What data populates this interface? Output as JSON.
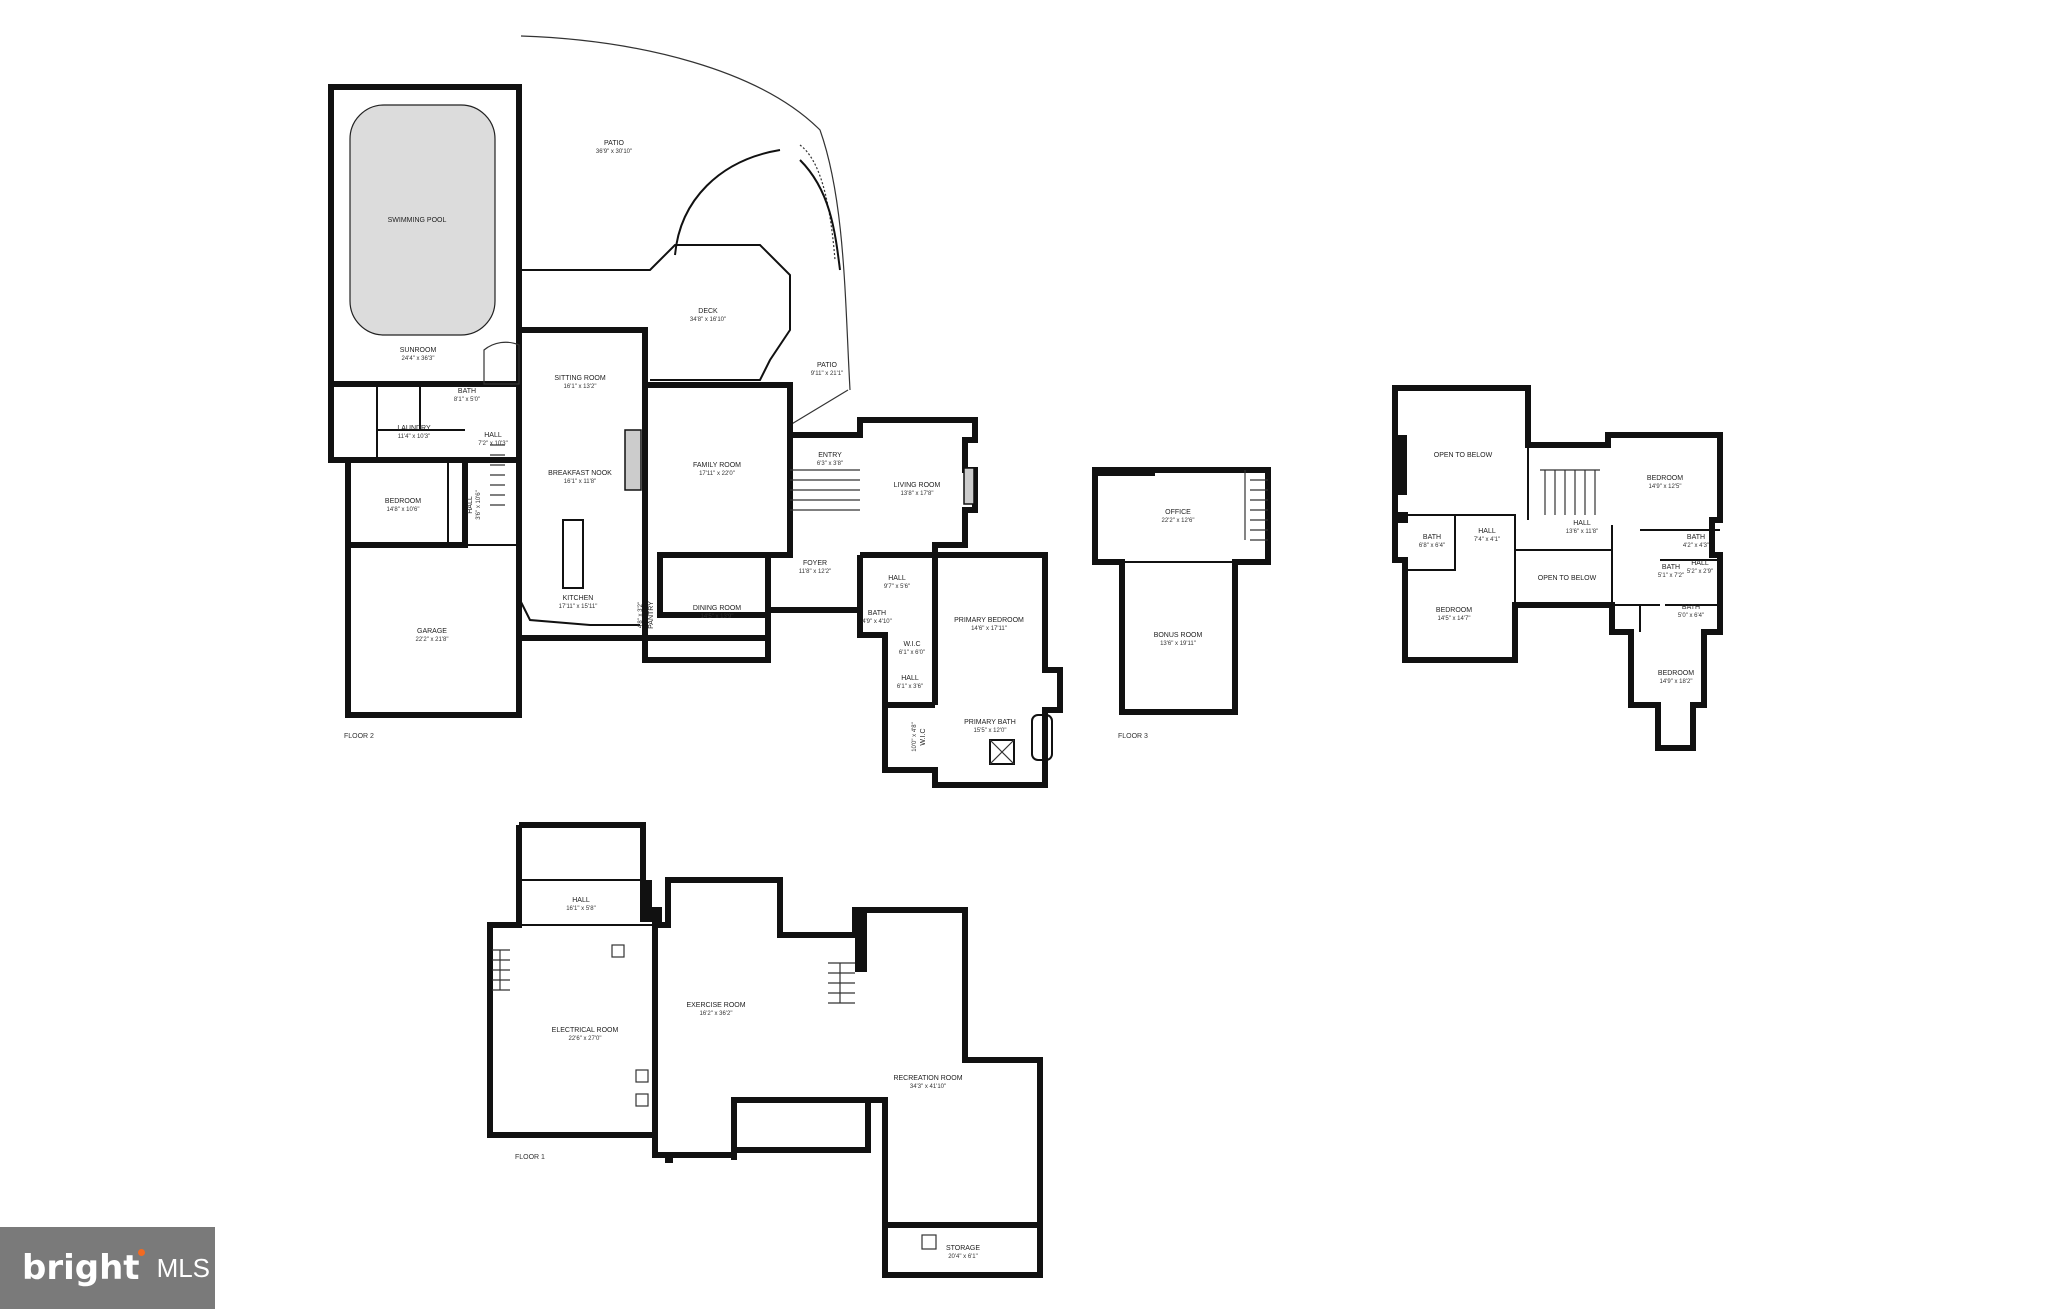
{
  "floors": {
    "floor2": "FLOOR 2",
    "floor3": "FLOOR 3",
    "floor1": "FLOOR 1"
  },
  "rooms": {
    "patio": {
      "name": "PATIO",
      "dim": "36'9\" x 30'10\""
    },
    "pool": {
      "name": "SWIMMING POOL"
    },
    "sunroom": {
      "name": "SUNROOM",
      "dim": "24'4\" x 36'3\""
    },
    "deck": {
      "name": "DECK",
      "dim": "34'8\" x 16'10\""
    },
    "patio2": {
      "name": "PATIO",
      "dim": "9'11\" x 21'1\""
    },
    "sitting": {
      "name": "SITTING ROOM",
      "dim": "16'1\" x 13'2\""
    },
    "bath_a": {
      "name": "BATH",
      "dim": "8'1\" x 5'0\""
    },
    "laundry": {
      "name": "LAUNDRY",
      "dim": "11'4\" x 10'3\""
    },
    "hall_a": {
      "name": "HALL",
      "dim": "7'2\" x 10'3\""
    },
    "bedroom_a": {
      "name": "BEDROOM",
      "dim": "14'8\" x 10'6\""
    },
    "hall_b": {
      "name": "HALL",
      "dim": "3'6\" x 10'6\""
    },
    "nook": {
      "name": "BREAKFAST NOOK",
      "dim": "16'1\" x 11'8\""
    },
    "family": {
      "name": "FAMILY ROOM",
      "dim": "17'11\" x 22'0\""
    },
    "entry": {
      "name": "ENTRY",
      "dim": "6'3\" x 3'8\""
    },
    "living": {
      "name": "LIVING ROOM",
      "dim": "13'8\" x 17'8\""
    },
    "garage": {
      "name": "GARAGE",
      "dim": "22'2\" x 21'8\""
    },
    "kitchen": {
      "name": "KITCHEN",
      "dim": "17'11\" x 15'11\""
    },
    "pantry": {
      "name": "PANTRY",
      "dim": "4'8\" x 3'2\""
    },
    "dining": {
      "name": "DINING ROOM",
      "dim": "14'5\" x 13'9\""
    },
    "foyer": {
      "name": "FOYER",
      "dim": "11'8\" x 12'2\""
    },
    "hall_c": {
      "name": "HALL",
      "dim": "9'7\" x 5'6\""
    },
    "bath_b": {
      "name": "BATH",
      "dim": "4'9\" x 4'10\""
    },
    "primary_bed": {
      "name": "PRIMARY BEDROOM",
      "dim": "14'6\" x 17'11\""
    },
    "wic_a": {
      "name": "W.I.C",
      "dim": "6'1\" x 6'0\""
    },
    "hall_d": {
      "name": "HALL",
      "dim": "6'1\" x 3'6\""
    },
    "wic_b": {
      "name": "W.I.C",
      "dim": "10'0\" x 4'8\""
    },
    "primary_bath": {
      "name": "PRIMARY BATH",
      "dim": "15'5\" x 12'0\""
    },
    "office": {
      "name": "OFFICE",
      "dim": "22'2\" x 12'6\""
    },
    "bonus": {
      "name": "BONUS ROOM",
      "dim": "13'6\" x 19'11\""
    },
    "open1": {
      "name": "OPEN TO BELOW"
    },
    "open2": {
      "name": "OPEN TO BELOW"
    },
    "bath_c": {
      "name": "BATH",
      "dim": "6'8\" x 6'4\""
    },
    "hall_e": {
      "name": "HALL",
      "dim": "7'4\" x 4'1\""
    },
    "hall_f": {
      "name": "HALL",
      "dim": "13'6\" x 11'8\""
    },
    "bedroom_b": {
      "name": "BEDROOM",
      "dim": "14'9\" x 12'5\""
    },
    "bath_d": {
      "name": "BATH",
      "dim": "4'2\" x 4'3\""
    },
    "bath_e": {
      "name": "BATH",
      "dim": "5'1\" x 7'2\""
    },
    "hall_g": {
      "name": "HALL",
      "dim": "5'2\" x 2'9\""
    },
    "bedroom_c": {
      "name": "BEDROOM",
      "dim": "14'5\" x 14'7\""
    },
    "bath_f": {
      "name": "BATH",
      "dim": "5'0\" x 6'4\""
    },
    "bedroom_d": {
      "name": "BEDROOM",
      "dim": "14'9\" x 18'2\""
    },
    "hall_h": {
      "name": "HALL",
      "dim": "16'1\" x 5'8\""
    },
    "electrical": {
      "name": "ELECTRICAL ROOM",
      "dim": "22'6\" x 27'0\""
    },
    "exercise": {
      "name": "EXERCISE ROOM",
      "dim": "16'2\" x 36'2\""
    },
    "recreation": {
      "name": "RECREATION ROOM",
      "dim": "34'3\" x 41'10\""
    },
    "storage": {
      "name": "STORAGE",
      "dim": "20'4\" x 6'1\""
    }
  },
  "logo": {
    "brand": "bright",
    "mls": "MLS",
    "accent_color": "#f26a21",
    "background": "#7a7a7a"
  }
}
